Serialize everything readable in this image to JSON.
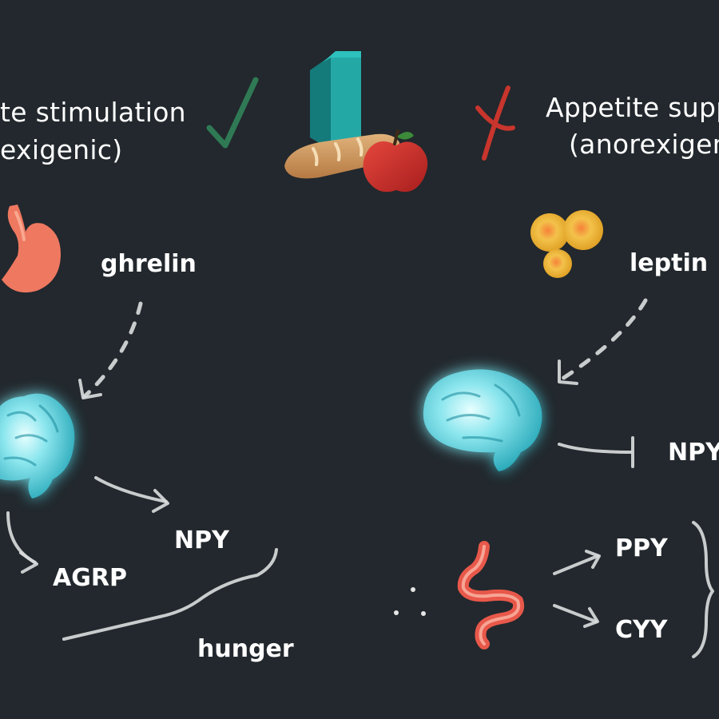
{
  "left": {
    "heading_line1": "te stimulation",
    "heading_line2": "exigenic)",
    "hormone": "ghrelin",
    "npy": "NPY",
    "agrp": "AGRP",
    "result": "hunger"
  },
  "right": {
    "heading_line1": "Appetite supp",
    "heading_line2": "(anorexigeni",
    "hormone": "leptin",
    "npy": "NPY",
    "ppy": "PPY",
    "cyy": "CYY"
  },
  "colors": {
    "background": "#22282d",
    "check": "#2f7a55",
    "cross": "#c8352d",
    "brain": "#5fd3e0",
    "stomach": "#ef7860",
    "fat_cell": "#f2b233",
    "intestine": "#e8584a"
  },
  "icons": [
    "check-icon",
    "cross-icon",
    "food-icon",
    "stomach-icon",
    "fat-cells-icon",
    "brain-icon",
    "intestine-icon"
  ]
}
